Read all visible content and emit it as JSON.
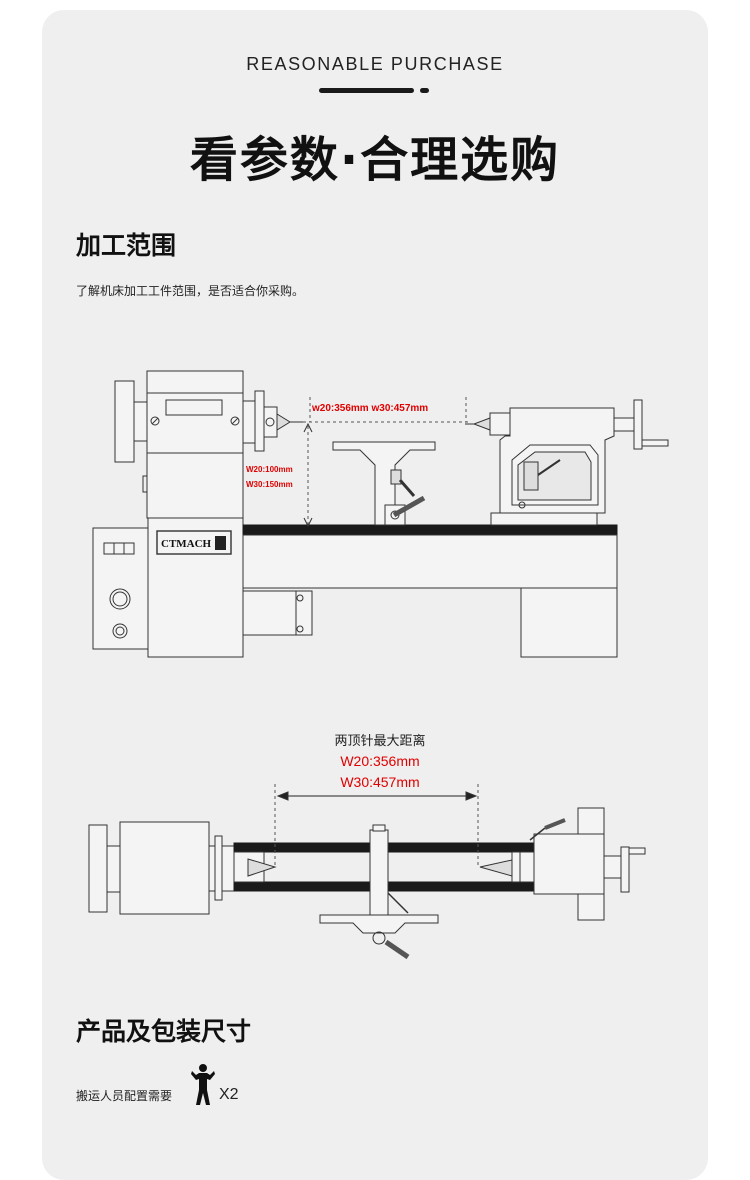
{
  "header": {
    "eyebrow": "REASONABLE PURCHASE",
    "title": "看参数·合理选购"
  },
  "section1": {
    "title": "加工范围",
    "description": "了解机床加工工件范围，是否适合你采购。"
  },
  "side_view": {
    "brand": "CTMACH",
    "length_label": "w20:356mm   w30:457mm",
    "height_label_1": "W20:100mm",
    "height_label_2": "W30:150mm"
  },
  "top_view": {
    "caption": "两顶针最大距离",
    "w20": "W20:356mm",
    "w30": "W30:457mm"
  },
  "section2": {
    "title": "产品及包装尺寸",
    "movers_label": "搬运人员配置需要",
    "movers_count": "X2"
  },
  "colors": {
    "background": "#efefef",
    "dimension_red": "#e00000",
    "line": "#333333"
  },
  "icons": [
    "strongman-icon"
  ]
}
